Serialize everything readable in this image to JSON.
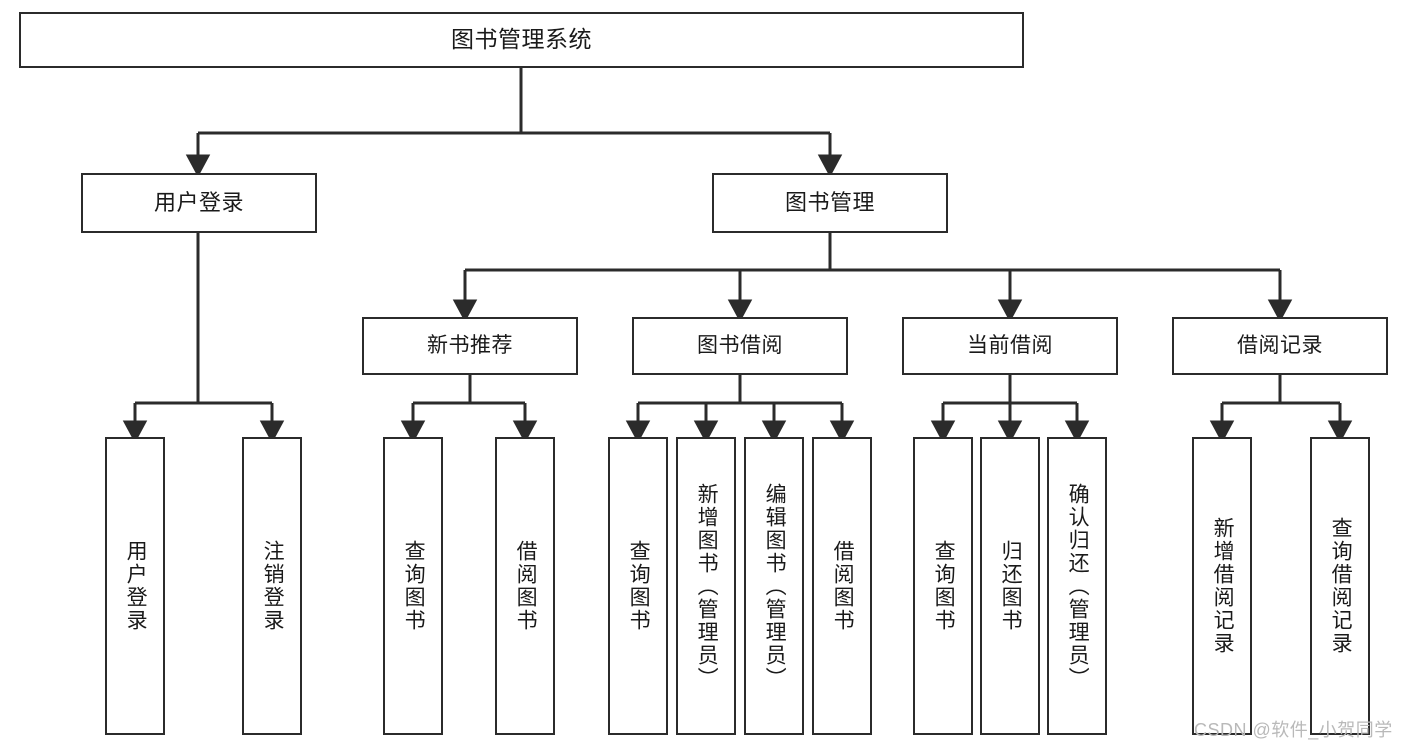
{
  "diagram": {
    "title": "图书管理系统",
    "type": "tree-hierarchy",
    "nodes": {
      "root": {
        "label": "图书管理系统"
      },
      "level1": [
        {
          "id": "user-login",
          "label": "用户登录"
        },
        {
          "id": "book-management",
          "label": "图书管理"
        }
      ],
      "level2": [
        {
          "id": "new-book-recommend",
          "label": "新书推荐"
        },
        {
          "id": "book-borrow",
          "label": "图书借阅"
        },
        {
          "id": "current-borrow",
          "label": "当前借阅"
        },
        {
          "id": "borrow-record",
          "label": "借阅记录"
        }
      ],
      "leaves": {
        "user-login": [
          {
            "id": "leaf-user-login",
            "label": "用户登录"
          },
          {
            "id": "leaf-user-logout",
            "label": "注销登录"
          }
        ],
        "new-book-recommend": [
          {
            "id": "leaf-query-book-1",
            "label": "查询图书"
          },
          {
            "id": "leaf-borrow-book-1",
            "label": "借阅图书"
          }
        ],
        "book-borrow": [
          {
            "id": "leaf-query-book-2",
            "label": "查询图书"
          },
          {
            "id": "leaf-add-book",
            "label": "新增图书（管理员）"
          },
          {
            "id": "leaf-edit-book",
            "label": "编辑图书（管理员）"
          },
          {
            "id": "leaf-borrow-book-2",
            "label": "借阅图书"
          }
        ],
        "current-borrow": [
          {
            "id": "leaf-query-book-3",
            "label": "查询图书"
          },
          {
            "id": "leaf-return-book",
            "label": "归还图书"
          },
          {
            "id": "leaf-confirm-return",
            "label": "确认归还（管理员）"
          }
        ],
        "borrow-record": [
          {
            "id": "leaf-add-record",
            "label": "新增借阅记录"
          },
          {
            "id": "leaf-query-record",
            "label": "查询借阅记录"
          }
        ]
      }
    },
    "watermark": "CSDN @软件_小贺同学",
    "colors": {
      "background": "#ffffff",
      "border": "#2b2b2b",
      "text": "#1a1a1a",
      "connector": "#2b2b2b",
      "watermark": "#b9b9b9"
    }
  }
}
